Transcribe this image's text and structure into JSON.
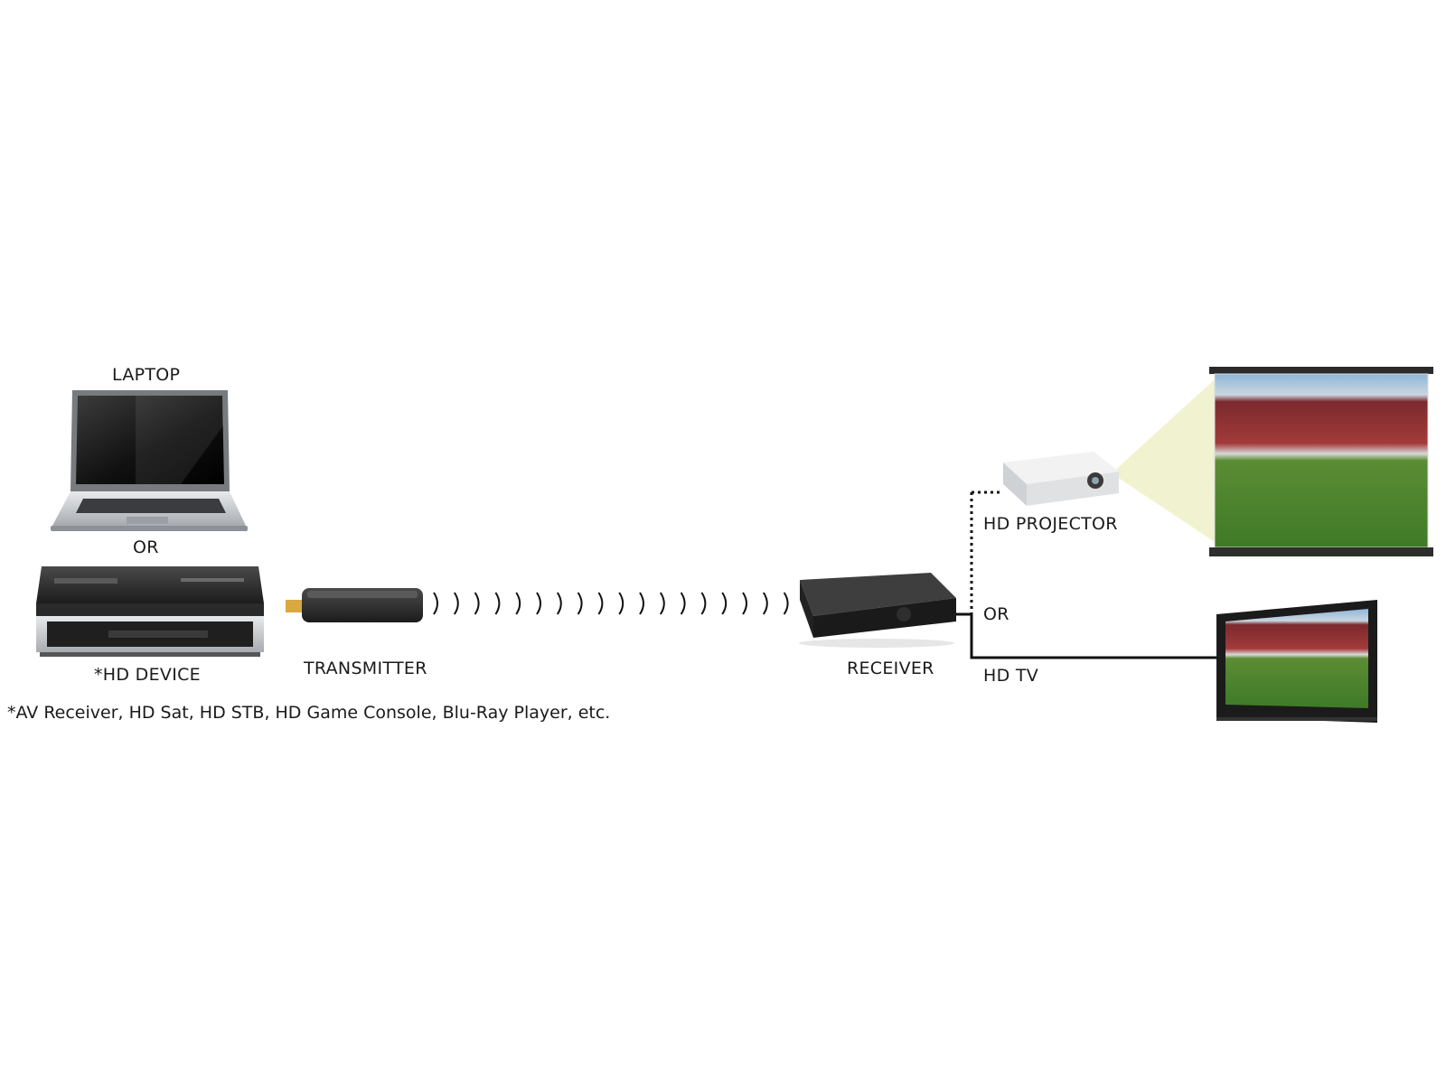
{
  "labels": {
    "laptop": "LAPTOP",
    "or_left": "OR",
    "hd_device": "*HD DEVICE",
    "transmitter": "TRANSMITTER",
    "receiver": "RECEIVER",
    "hd_projector": "HD PROJECTOR",
    "or_right": "OR",
    "hd_tv": "HD TV"
  },
  "footnote": "*AV Receiver, HD Sat, HD STB, HD Game Console, Blu-Ray Player, etc.",
  "colors": {
    "device_dark": "#2b2b2b",
    "device_silver": "#bfc3c7",
    "line": "#111111",
    "beam": "#f1f2cf",
    "grass": "#4f8a2e",
    "stand_red": "#b3262d"
  }
}
